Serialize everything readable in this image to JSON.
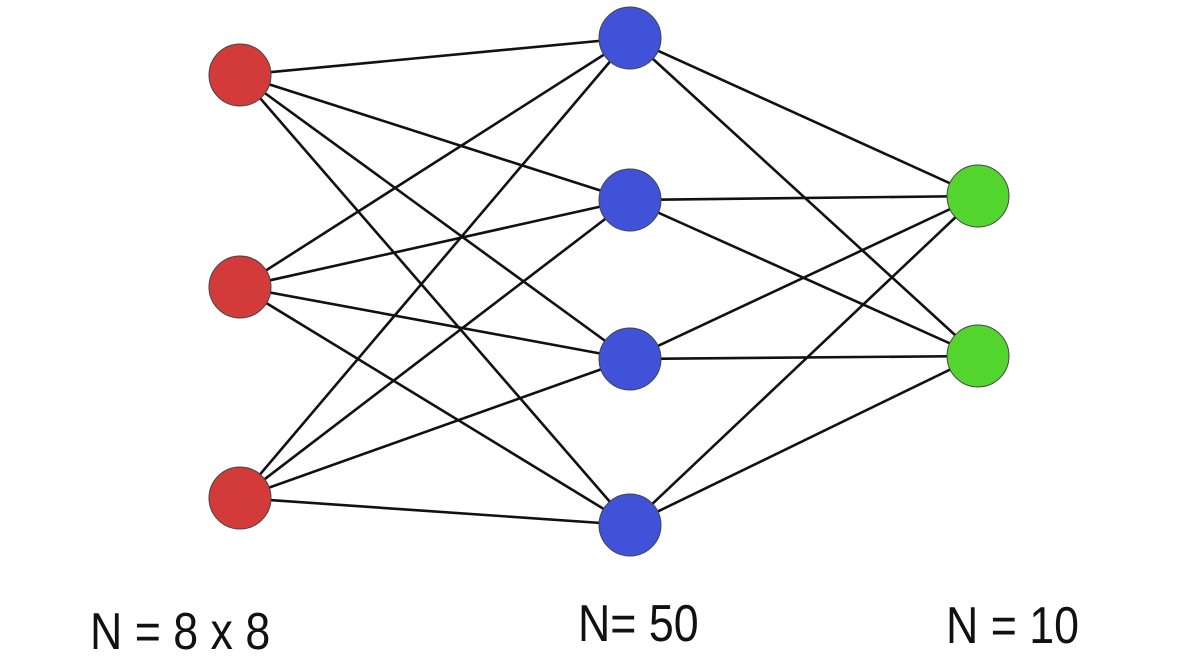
{
  "colors": {
    "input": "#d33a3a",
    "hidden": "#3f52d8",
    "output": "#52d62d",
    "edge": "#111111",
    "node_stroke": "#444444",
    "background": "#ffffff"
  },
  "layers": [
    {
      "name": "input",
      "label": "N = 8 x 8",
      "node_count": 3,
      "color_key": "input"
    },
    {
      "name": "hidden",
      "label": "N= 50",
      "node_count": 4,
      "color_key": "hidden"
    },
    {
      "name": "output",
      "label": "N = 10",
      "node_count": 2,
      "color_key": "output"
    }
  ],
  "connectivity": "fully-connected"
}
